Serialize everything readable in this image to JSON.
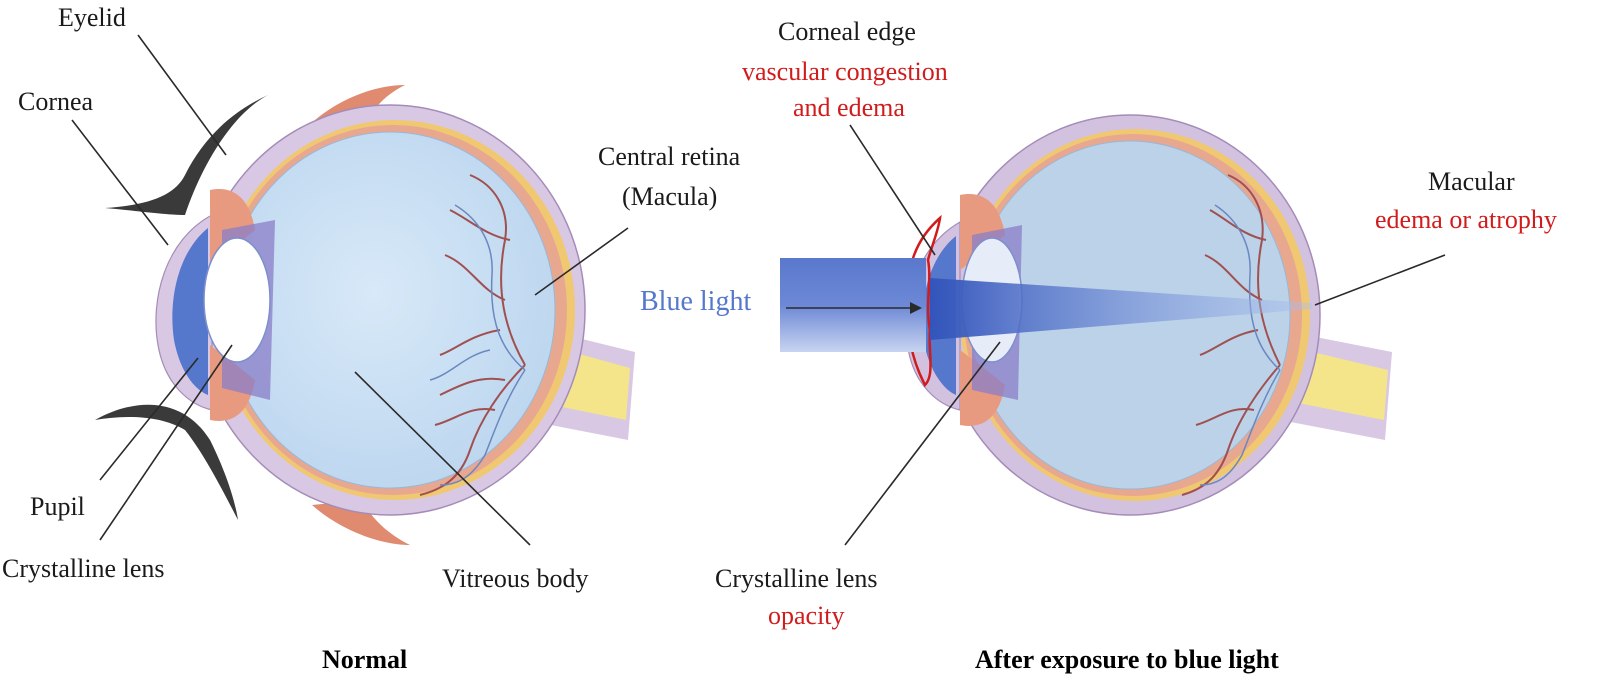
{
  "normal": {
    "labels": {
      "eyelid": "Eyelid",
      "cornea": "Cornea",
      "pupil": "Pupil",
      "lens": "Crystalline lens",
      "vitreous": "Vitreous body",
      "retina_1": "Central retina",
      "retina_2": "(Macula)"
    },
    "caption": "Normal"
  },
  "exposed": {
    "labels": {
      "corneal_edge": "Corneal edge",
      "corneal_effect_1": "vascular congestion",
      "corneal_effect_2": "and edema",
      "macular": "Macular",
      "macular_effect": "edema or atrophy",
      "blue_light": "Blue light",
      "lens": "Crystalline lens",
      "lens_effect": "opacity"
    },
    "caption": "After exposure to blue light"
  },
  "colors": {
    "sclera": "#d9c8e3",
    "vitreous": "#cfe3f5",
    "iris": "#5577cc",
    "blue_light": "#4466cc",
    "optic_nerve": "#f4e58a",
    "vessel": "#a05050",
    "highlight": "#d01c1c"
  }
}
